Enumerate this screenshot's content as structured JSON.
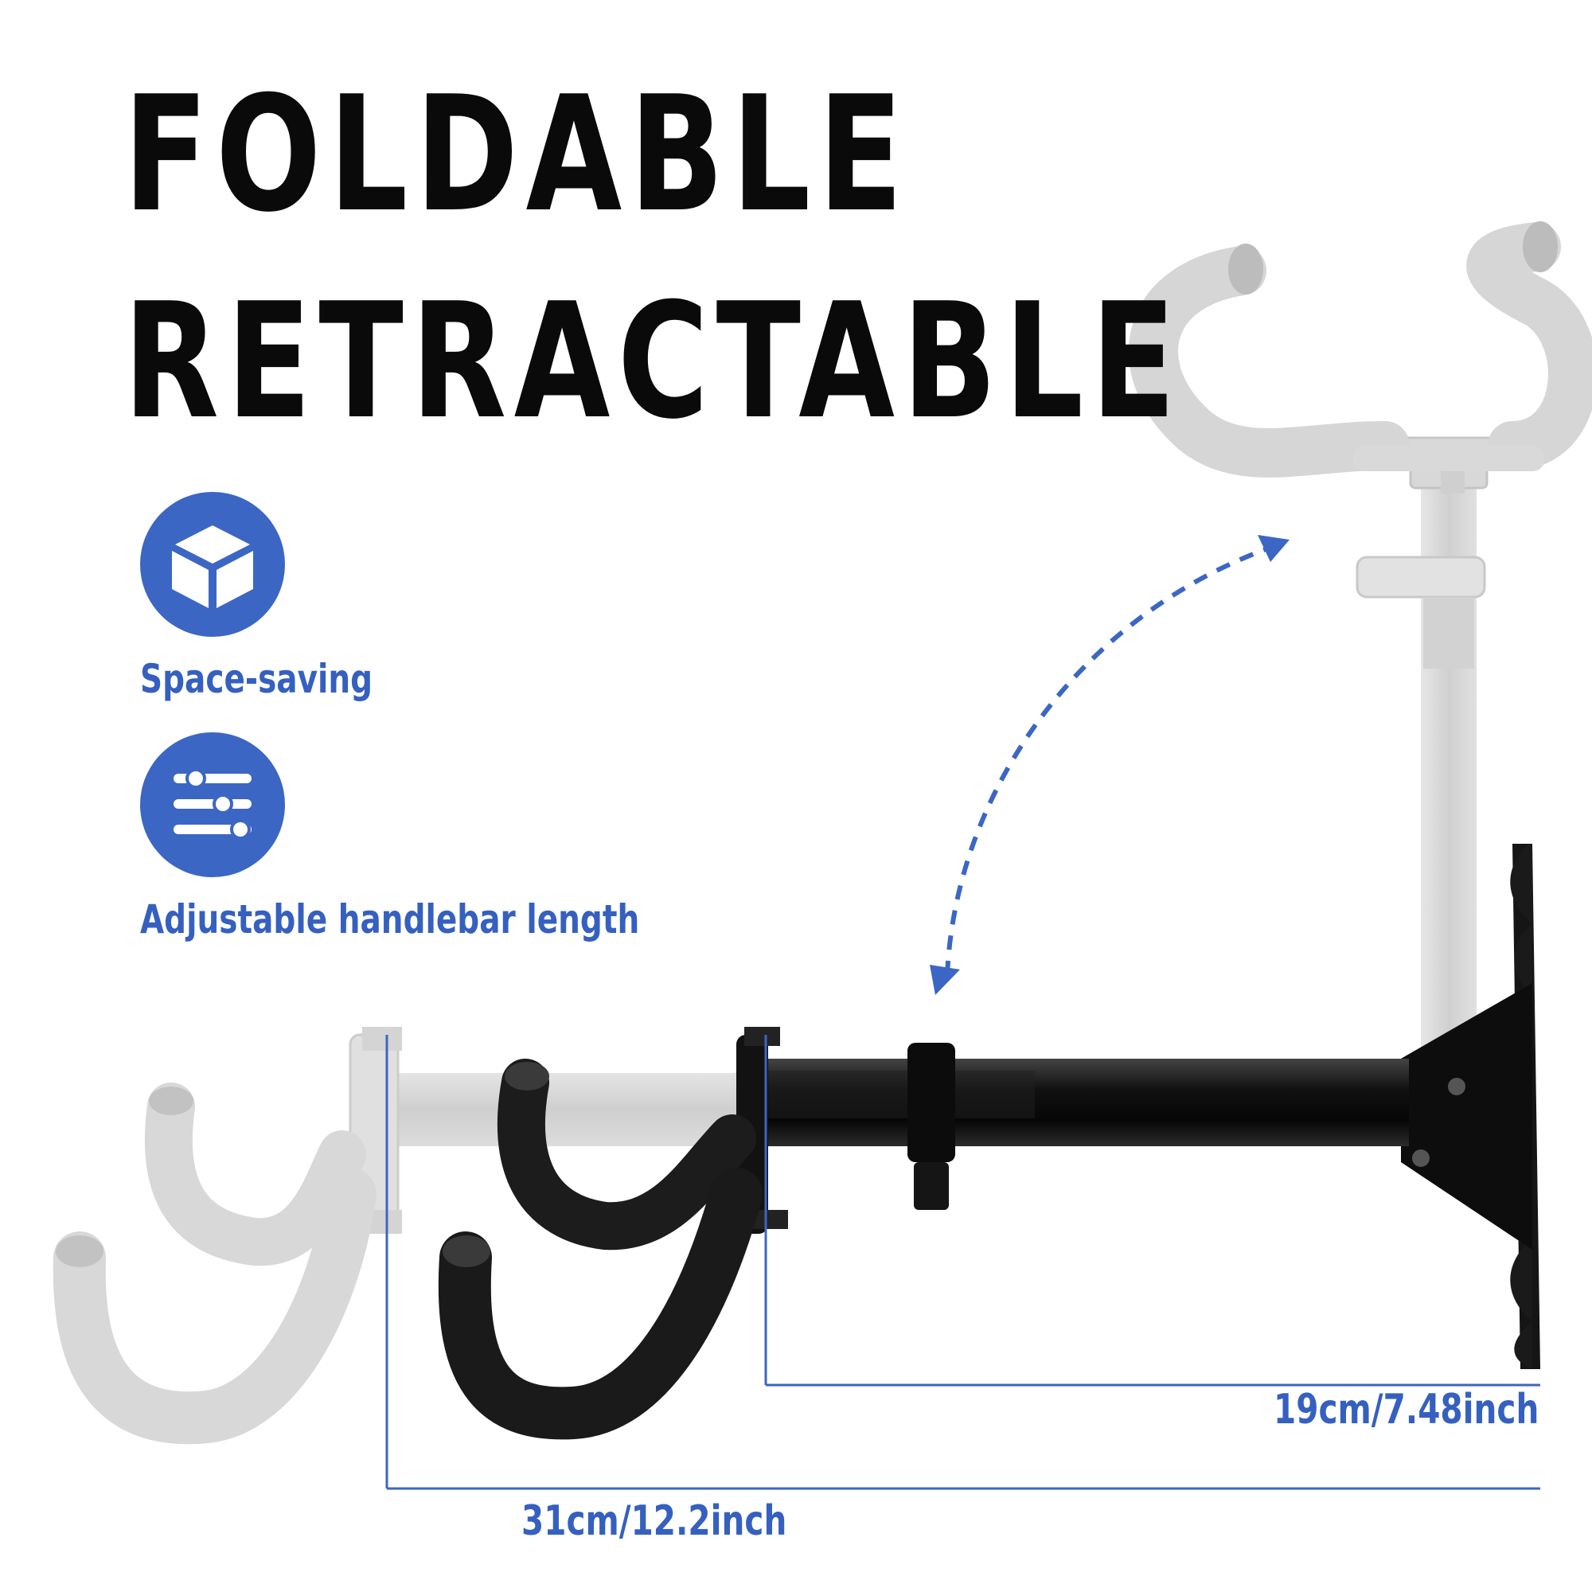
{
  "headline": {
    "line1": "FOLDABLE",
    "line2": "RETRACTABLE"
  },
  "features": [
    {
      "label": "Space-saving",
      "icon": "cube-icon"
    },
    {
      "label": "Adjustable handlebar length",
      "icon": "sliders-icon"
    }
  ],
  "dimensions": {
    "short": "19cm/7.48inch",
    "long": "31cm/12.2inch"
  },
  "colors": {
    "accent": "#3b66c4",
    "text": "#0a0a0a",
    "ghost": "#d6d6d6",
    "metal": "#1a1a1a"
  }
}
